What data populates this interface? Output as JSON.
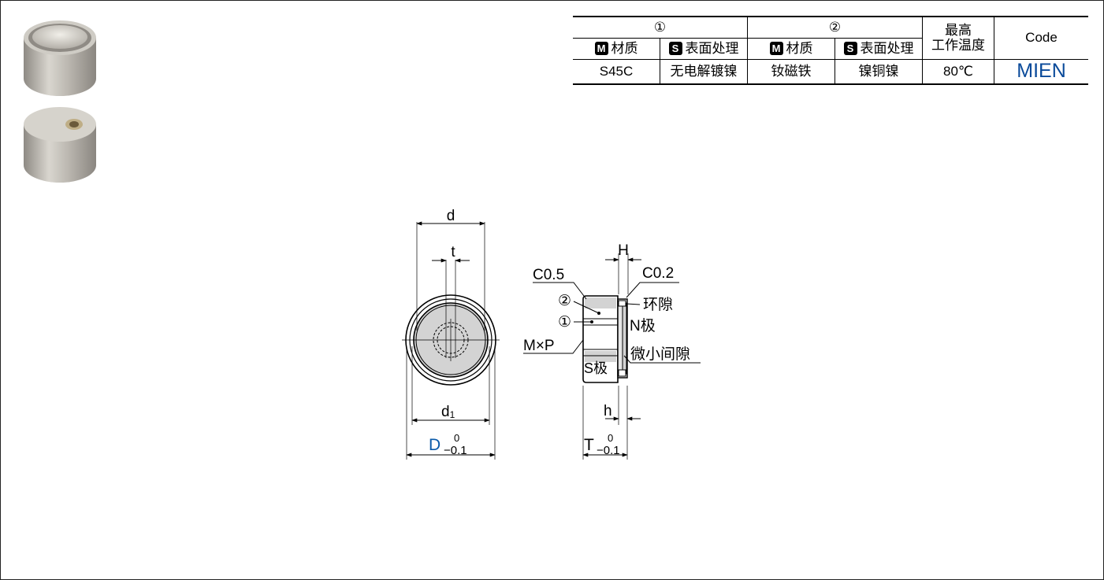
{
  "table": {
    "group1": "①",
    "group2": "②",
    "max_temp_line1": "最高",
    "max_temp_line2": "工作温度",
    "code_header": "Code",
    "material_badge": "M",
    "surface_badge": "S",
    "material_label": "材质",
    "surface_label": "表面处理",
    "row": {
      "mat1": "S45C",
      "surf1": "无电解镀镍",
      "mat2": "钕磁铁",
      "surf2": "镍铜镍",
      "temp": "80℃",
      "code": "MIEN"
    }
  },
  "drawing": {
    "d": "d",
    "t": "t",
    "d1": "d",
    "d1_sub": "1",
    "D": "D",
    "D_tol_upper": "0",
    "D_tol_lower": "−0.1",
    "H": "H",
    "C05": "C0.5",
    "C02": "C0.2",
    "ring_gap": "环隙",
    "n_pole": "N极",
    "s_pole": "S极",
    "small_gap": "微小间隙",
    "mxp": "M×P",
    "mark1": "①",
    "mark2": "②",
    "h": "h",
    "T": "T",
    "T_tol_upper": "0",
    "T_tol_lower": "−0.1"
  },
  "colors": {
    "accent": "#0a4a9a",
    "body_gray": "#d3d3d3"
  }
}
